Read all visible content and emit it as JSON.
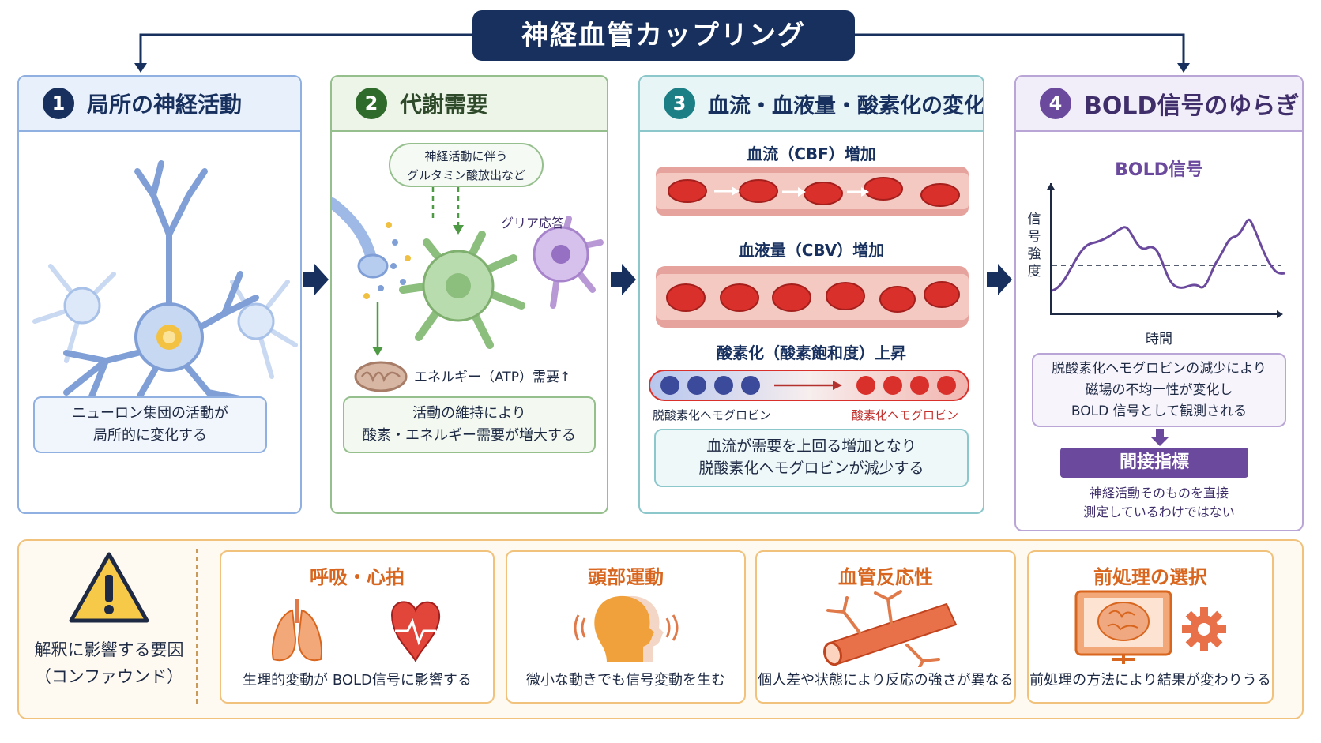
{
  "title": "神経血管カップリング",
  "panel1": {
    "number": "1",
    "heading": "局所の神経活動",
    "note_line1": "ニューロン集団の活動が",
    "note_line2": "局所的に変化する"
  },
  "panel2": {
    "number": "2",
    "heading": "代謝需要",
    "bubble_line1": "神経活動に伴う",
    "bubble_line2": "グルタミン酸放出など",
    "glia_label": "グリア応答",
    "energy_label": "エネルギー（ATP）需要↑",
    "note_line1": "活動の維持により",
    "note_line2": "酸素・エネルギー需要が増大する"
  },
  "panel3": {
    "number": "3",
    "heading": "血流・血液量・酸素化の変化",
    "cbf_label": "血流（CBF）増加",
    "cbv_label": "血液量（CBV）増加",
    "oxy_label": "酸素化（酸素飽和度）上昇",
    "deoxy_label": "脱酸素化ヘモグロビン",
    "oxyhb_label": "酸素化ヘモグロビン",
    "note_line1": "血流が需要を上回る増加となり",
    "note_line2": "脱酸素化ヘモグロビンが減少する"
  },
  "panel4": {
    "number": "4",
    "heading": "BOLD信号のゆらぎ",
    "chart_title": "BOLD信号",
    "y_axis_label": "信号強度",
    "x_axis_label": "時間",
    "note_line1": "脱酸素化ヘモグロビンの減少により",
    "note_line2": "磁場の不均一性が変化し",
    "note_line3": "BOLD 信号として観測される",
    "badge": "間接指標",
    "caption_line1": "神経活動そのものを直接",
    "caption_line2": "測定しているわけではない"
  },
  "confounds": {
    "label_line1": "解釈に影響する要因",
    "label_line2": "（コンファウンド）",
    "items": [
      {
        "title": "呼吸・心拍",
        "desc": "生理的変動が BOLD信号に影響する"
      },
      {
        "title": "頭部運動",
        "desc": "微小な動きでも信号変動を生む"
      },
      {
        "title": "血管反応性",
        "desc": "個人差や状態により反応の強さが異なる"
      },
      {
        "title": "前処理の選択",
        "desc": "前処理の方法により結果が変わりうる"
      }
    ]
  },
  "colors": {
    "navy": "#17305e",
    "orange": "#d9661e",
    "purple": "#6b4a9e",
    "red_cell": "#d9302c",
    "deoxy_blue": "#3b4a9a"
  }
}
